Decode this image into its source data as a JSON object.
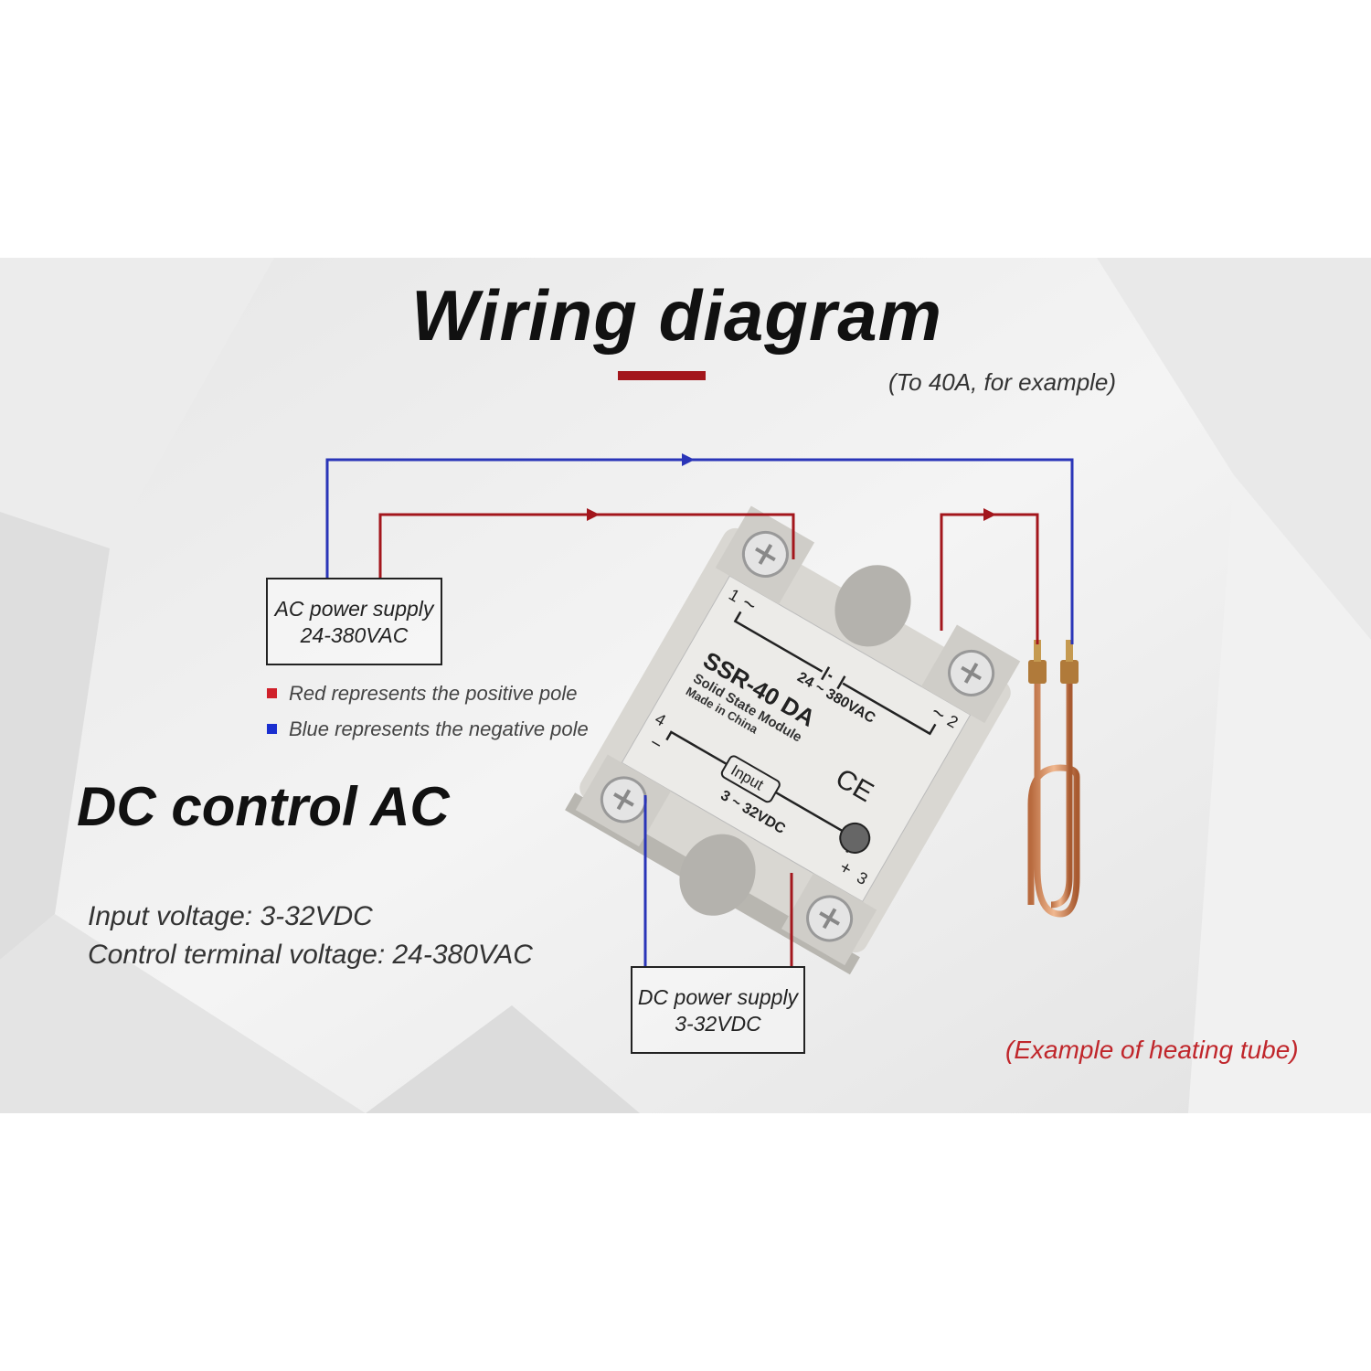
{
  "title": "Wiring diagram",
  "subtitle": "(To 40A, for example)",
  "heading": "DC control AC",
  "specs": [
    "Input voltage: 3-32VDC",
    "Control terminal voltage: 24-380VAC"
  ],
  "legend": [
    {
      "label": "Red represents the positive pole",
      "color": "#d0202a"
    },
    {
      "label": "Blue represents the negative pole",
      "color": "#1a2fd0"
    }
  ],
  "ac_supply": {
    "line1": "AC power supply",
    "line2": "24-380VAC"
  },
  "dc_supply": {
    "line1": "DC power supply",
    "line2": "3-32VDC"
  },
  "relay": {
    "model": "SSR-40 DA",
    "type": "Solid State Module",
    "origin": "Made in China",
    "ac_range": "24 ~ 380VAC",
    "input_label": "Input",
    "dc_range": "3 ~ 32VDC",
    "cert": "CE",
    "t1": "1",
    "t2": "2",
    "t3": "3",
    "t4": "4",
    "tilde": "~",
    "plus": "+",
    "minus": "−"
  },
  "example": "(Example of heating tube)",
  "colors": {
    "accent": "#a3161c",
    "positive": "#a3161c",
    "negative": "#2a35b8"
  }
}
